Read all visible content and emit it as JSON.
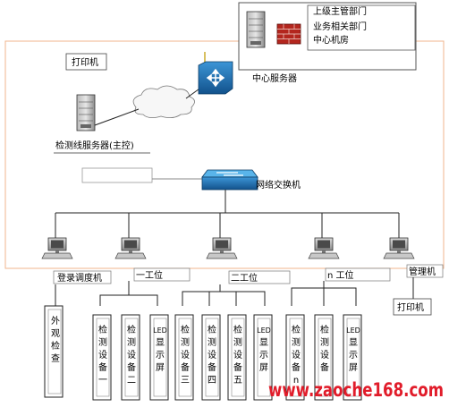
{
  "top_box": {
    "items": [
      "上级主管部门",
      "业务相关部门",
      "中心机房"
    ]
  },
  "nodes": {
    "printer_top": "打印机",
    "central_server": "中心服务器",
    "detection_server": "检测线服务器(主控)",
    "network_switch": "网络交换机",
    "login_pc": "登录调度机",
    "station_1": "一工位",
    "station_2": "二工位",
    "station_n": "n 工位",
    "management_pc": "管理机",
    "printer_bottom": "打印机"
  },
  "devices": {
    "exterior_check": "外观检查",
    "station_1": [
      "检测设备一",
      "检测设备二",
      "LED显示屏"
    ],
    "station_2": [
      "检测设备三",
      "检测设备四",
      "检测设备五",
      "LED显示屏"
    ],
    "station_n": [
      "检测设备n",
      "检测设备",
      "LED显示屏"
    ]
  },
  "watermark": "www.zaoche168.com",
  "colors": {
    "region_border": "#f0b48c",
    "accent_blue": "#1f6fb2",
    "watermark": "#e11c2a"
  },
  "icons": [
    "server-icon",
    "firewall-icon",
    "router-icon",
    "cloud-icon",
    "switch-icon",
    "computer-icon"
  ]
}
